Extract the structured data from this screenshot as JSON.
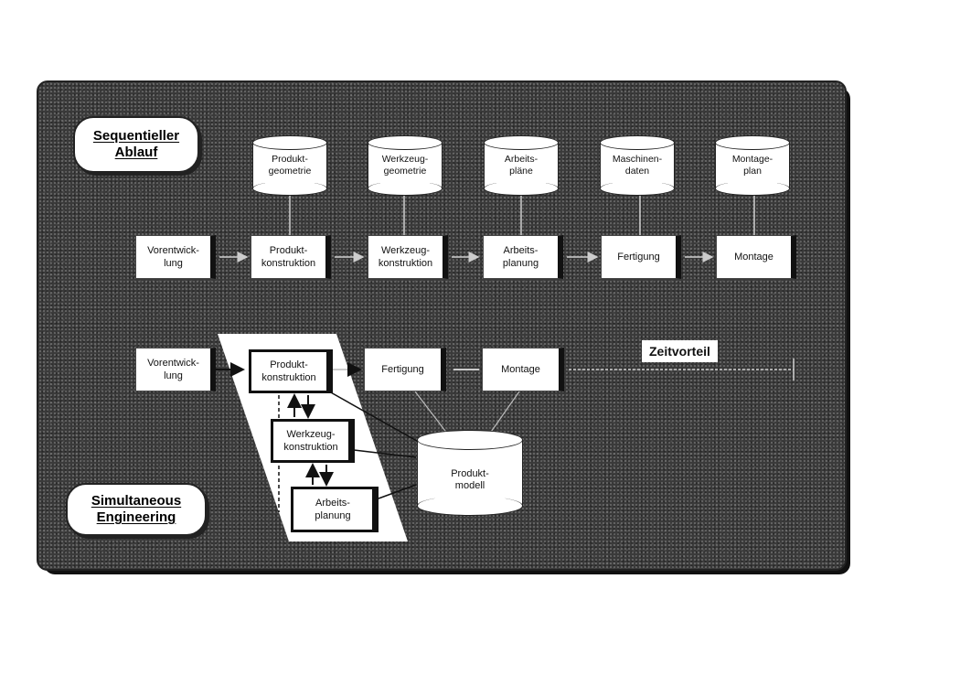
{
  "labels": {
    "sequential": [
      "Sequentieller",
      "Ablauf"
    ],
    "simultaneous": [
      "Simultaneous",
      "Engineering"
    ]
  },
  "sequential": {
    "databases": [
      "Produkt-\ngeometrie",
      "Werkzeug-\ngeometrie",
      "Arbeits-\npläne",
      "Maschinen-\ndaten",
      "Montage-\nplan"
    ],
    "processes": [
      "Vorentwick-\nlung",
      "Produkt-\nkonstruktion",
      "Werkzeug-\nkonstruktion",
      "Arbeits-\nplanung",
      "Fertigung",
      "Montage"
    ]
  },
  "simultaneous": {
    "vorentwicklung": "Vorentwick-\nlung",
    "produktkonstruktion": "Produkt-\nkonstruktion",
    "werkzeugkonstruktion": "Werkzeug-\nkonstruktion",
    "arbeitsplanung": "Arbeits-\nplanung",
    "fertigung": "Fertigung",
    "montage": "Montage",
    "produktmodell": "Produkt-\nmodell",
    "zeitvorteil": "Zeitvorteil"
  },
  "colors": {
    "panel": "#3a3a3a",
    "box": "#ffffff",
    "line": "#111111"
  }
}
